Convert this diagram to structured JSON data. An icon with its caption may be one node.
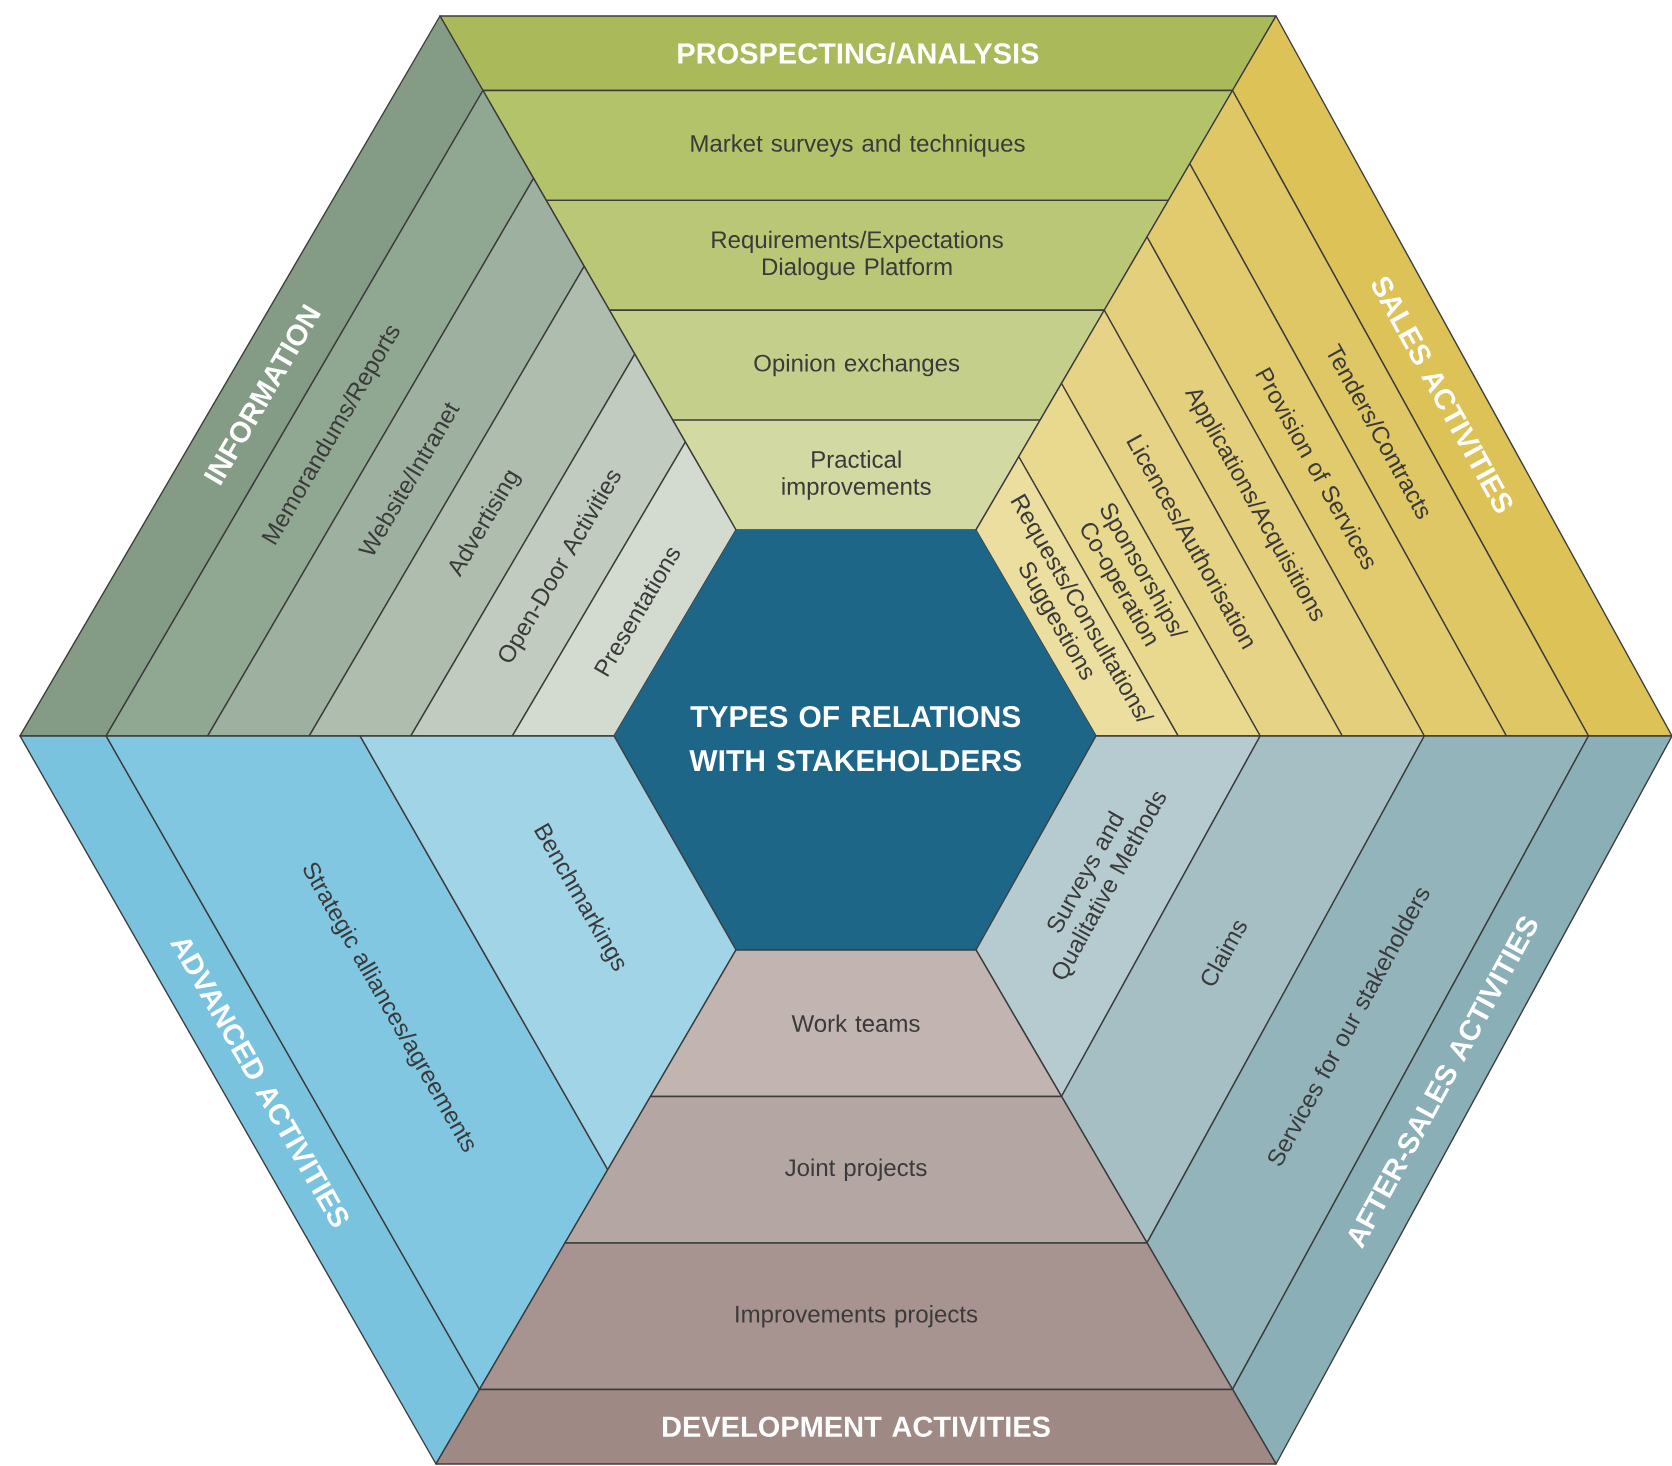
{
  "diagram": {
    "nodes": [
      {
        "text": [
          "PROSPECTING/ANALYSIS"
        ]
      },
      {
        "text": [
          "Market surveys and techniques"
        ]
      },
      {
        "text": [
          "Requirements/Expectations Dialogue Platform"
        ]
      },
      {
        "text": [
          "Opinion exchanges"
        ]
      },
      {
        "text": [
          "Practical improvements"
        ]
      },
      {
        "text": [
          "INFORMATION"
        ]
      },
      {
        "text": [
          "Memorandums/Reports"
        ]
      },
      {
        "text": [
          "Website/Intranet"
        ]
      },
      {
        "text": [
          "Advertising"
        ]
      },
      {
        "text": [
          "Open-Door Activities"
        ]
      },
      {
        "text": [
          "Presentations"
        ]
      },
      {
        "text": [
          "SALES ACTIVITIES"
        ]
      },
      {
        "text": [
          "Tenders/Contracts"
        ]
      },
      {
        "text": [
          "Provision of Services"
        ]
      },
      {
        "text": [
          "Applications/Acquisitions"
        ]
      },
      {
        "text": [
          "Licences/Authorisation"
        ]
      },
      {
        "text": [
          "Sponsorships/ Co-operation"
        ]
      },
      {
        "text": [
          "Requests/Consultations/ Suggestions"
        ]
      },
      {
        "text": [
          "TYPES OF RELATIONS WITH STAKEHOLDERS"
        ]
      },
      {
        "text": [
          "ADVANCED ACTIVITIES"
        ]
      },
      {
        "text": [
          "Strategic alliances/agreements"
        ]
      },
      {
        "text": [
          "Benchmarkings"
        ]
      },
      {
        "text": [
          "Surveys and Qualitative Methods"
        ]
      },
      {
        "text": [
          "Claims"
        ]
      },
      {
        "text": [
          "Services for our stakeholders"
        ]
      },
      {
        "text": [
          "AFTER-SALES ACTIVITIES"
        ]
      },
      {
        "text": [
          "Work teams"
        ]
      },
      {
        "text": [
          "Joint projects"
        ]
      },
      {
        "text": [
          "Improvements projects"
        ]
      },
      {
        "text": [
          "DEVELOPMENT ACTIVITIES"
        ]
      }
    ]
  }
}
